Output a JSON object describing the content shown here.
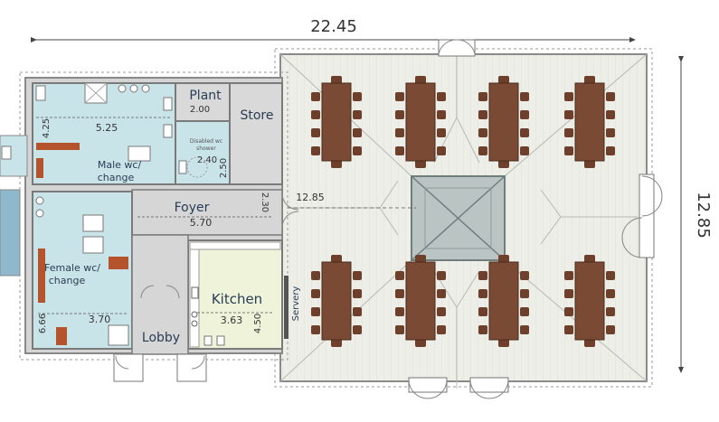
{
  "dimensions": {
    "overall_width": "22.45",
    "overall_depth": "12.85",
    "hall_width": "12.85",
    "male_wc_width": "5.25",
    "male_wc_depth": "4.25",
    "plant_width": "2.00",
    "disabled_wc_width": "2.40",
    "disabled_wc_depth": "2.50",
    "foyer_width": "5.70",
    "foyer_depth": "2.30",
    "female_wc_width": "3.70",
    "female_wc_depth": "6.66",
    "kitchen_width": "3.63",
    "kitchen_depth": "4.50"
  },
  "rooms": {
    "plant": "Plant",
    "store": "Store",
    "male_wc_line1": "Male wc/",
    "male_wc_line2": "change",
    "disabled_wc_line1": "Disabled wc",
    "disabled_wc_line2": "shower",
    "foyer": "Foyer",
    "female_wc_line1": "Female wc/",
    "female_wc_line2": "change",
    "kitchen": "Kitchen",
    "servery": "Servery",
    "lobby": "Lobby"
  },
  "colors": {
    "wall": "#8a8a8a",
    "hall_floor": "#e9ebe4",
    "blue_room": "#c9e4e8",
    "grey_room": "#d9d9d9",
    "kitchen_floor": "#eff3da",
    "table": "#7a4a35",
    "chair": "#6e3f2b",
    "roof_light": "#b9c4c3",
    "label": "#2a3d56"
  }
}
